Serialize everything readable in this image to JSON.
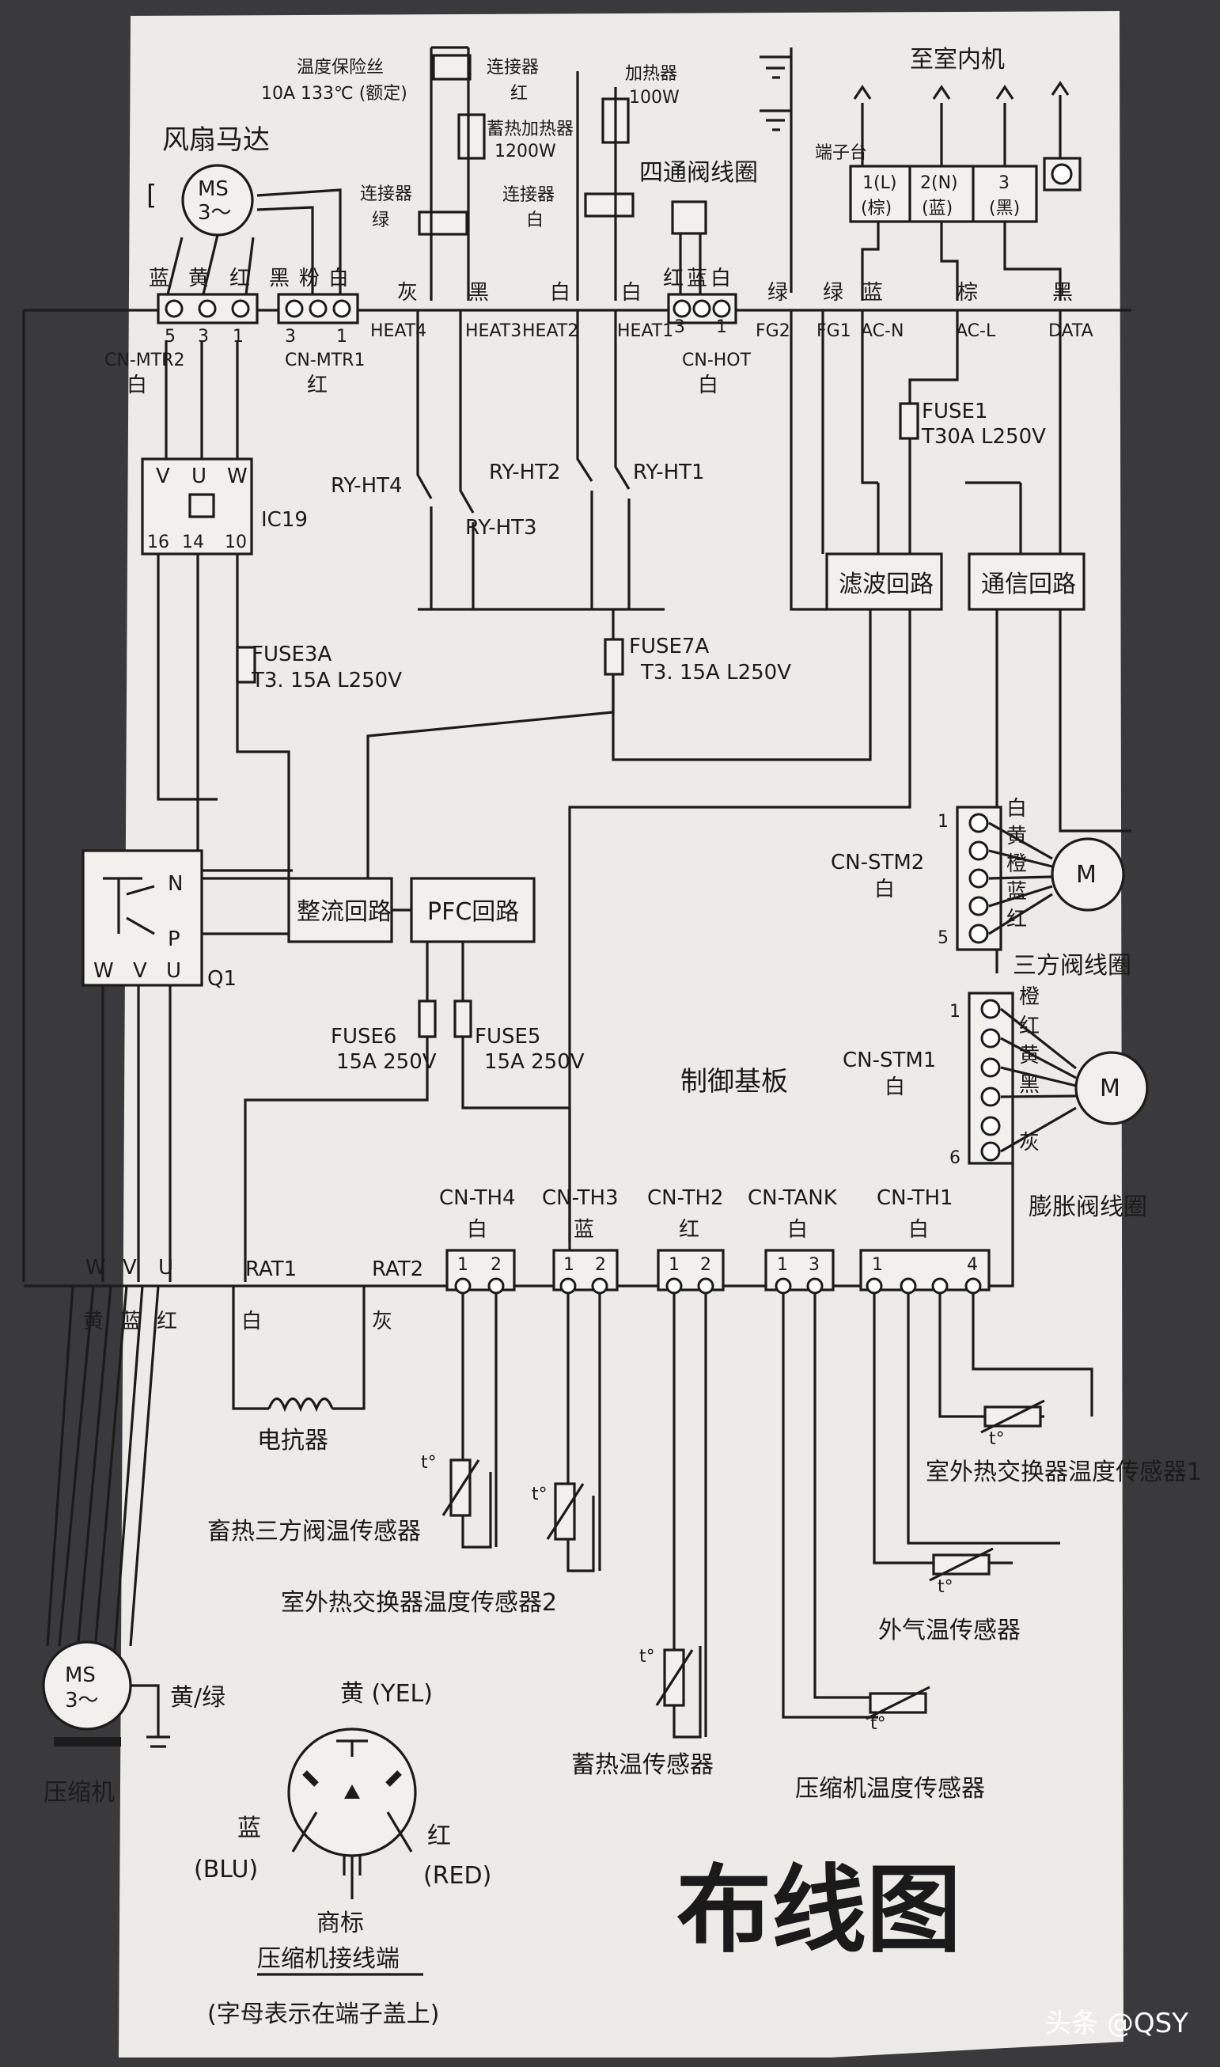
{
  "title": "布线图",
  "board": "制御基板",
  "indoor": "至室内机",
  "terminal_block": "端子台",
  "term_pins": [
    "1(L)",
    "2(N)",
    "3"
  ],
  "term_colors": [
    "(棕)",
    "(蓝)",
    "(黑)"
  ],
  "fan_motor": "风扇马达",
  "ms": "MS",
  "ms_sub": "3～",
  "fuse_thermal": [
    "温度保险丝",
    "10A 133℃ (额定)"
  ],
  "connector_red": [
    "连接器",
    "红"
  ],
  "connector_green": [
    "连接器",
    "绿"
  ],
  "connector_white": [
    "连接器",
    "白"
  ],
  "storage_heater": [
    "蓄热加热器",
    "1200W"
  ],
  "heater": [
    "加热器",
    "100W"
  ],
  "valve_coil_4way": "四通阀线圈",
  "top_wire_colors": [
    "蓝",
    "黄",
    "红",
    "黑",
    "粉",
    "白",
    "灰",
    "黑",
    "白",
    "白",
    "红",
    "蓝",
    "白",
    "绿",
    "绿",
    "蓝",
    "棕",
    "黑"
  ],
  "top_labels": [
    "HEAT4",
    "HEAT3",
    "HEAT2",
    "HEAT1",
    "FG2",
    "FG1",
    "AC-N",
    "AC-L",
    "DATA"
  ],
  "cn_mtr2": [
    "CN-MTR2",
    "白"
  ],
  "cn_mtr1": [
    "CN-MTR1",
    "红"
  ],
  "cn_hot": [
    "CN-HOT",
    "白"
  ],
  "pin_nums_mtr2": [
    "5",
    "3",
    "1"
  ],
  "pin_nums_mtr1": [
    "3",
    "1"
  ],
  "pin_nums_hot": [
    "3",
    "1"
  ],
  "relays": [
    "RY-HT4",
    "RY-HT3",
    "RY-HT2",
    "RY-HT1"
  ],
  "fuse1": [
    "FUSE1",
    "T30A L250V"
  ],
  "filter_circuit": "滤波回路",
  "comm_circuit": "通信回路",
  "ic19": "IC19",
  "ic19_pins": [
    "V",
    "U",
    "W"
  ],
  "ic19_nums": [
    "16",
    "14",
    "10"
  ],
  "fuse3a": [
    "FUSE3A",
    "T3. 15A L250V"
  ],
  "fuse7a": [
    "FUSE7A",
    "T3. 15A L250V"
  ],
  "rectifier": "整流回路",
  "pfc": "PFC回路",
  "q1": "Q1",
  "q1_np": [
    "N",
    "P"
  ],
  "q1_pins": [
    "W",
    "V",
    "U"
  ],
  "fuse6": [
    "FUSE6",
    "15A 250V"
  ],
  "fuse5": [
    "FUSE5",
    "15A 250V"
  ],
  "cn_stm2": [
    "CN-STM2",
    "白"
  ],
  "stm2_nums": [
    "1",
    "5"
  ],
  "stm2_colors": [
    "白",
    "黄",
    "橙",
    "蓝",
    "红"
  ],
  "valve_3way": "三方阀线圈",
  "cn_stm1": [
    "CN-STM1",
    "白"
  ],
  "stm1_nums": [
    "1",
    "6"
  ],
  "stm1_colors": [
    "橙",
    "红",
    "黄",
    "黑",
    "灰"
  ],
  "exp_valve": "膨胀阀线圈",
  "motor_m": "M",
  "comp_wvu": [
    "W",
    "V",
    "U"
  ],
  "comp_colors": [
    "黄",
    "蓝",
    "红"
  ],
  "rat1": "RAT1",
  "rat2": "RAT2",
  "rat_colors": [
    "白",
    "灰"
  ],
  "reactor": "电抗器",
  "th_connectors": [
    {
      "name": "CN-TH4",
      "color": "白",
      "pins": [
        "1",
        "2"
      ]
    },
    {
      "name": "CN-TH3",
      "color": "蓝",
      "pins": [
        "1",
        "2"
      ]
    },
    {
      "name": "CN-TH2",
      "color": "红",
      "pins": [
        "1",
        "2"
      ]
    },
    {
      "name": "CN-TANK",
      "color": "白",
      "pins": [
        "1",
        "3"
      ]
    },
    {
      "name": "CN-TH1",
      "color": "白",
      "pins": [
        "1",
        "4"
      ]
    }
  ],
  "sensors": [
    "畜热三方阀温传感器",
    "室外热交换器温度传感器2",
    "蓄热温传感器",
    "压缩机温度传感器",
    "外气温传感器",
    "室外热交换器温度传感器1"
  ],
  "sensor_t": "t°",
  "compressor": "压缩机",
  "ground_label": "黄/绿",
  "yel": "黄 (YEL)",
  "blu": [
    "蓝",
    "(BLU)"
  ],
  "red": [
    "红",
    "(RED)"
  ],
  "mark": "商标",
  "comp_terminal": "压缩机接线端",
  "comp_note": "(字母表示在端子盖上)",
  "watermark": "头条 @QSY"
}
